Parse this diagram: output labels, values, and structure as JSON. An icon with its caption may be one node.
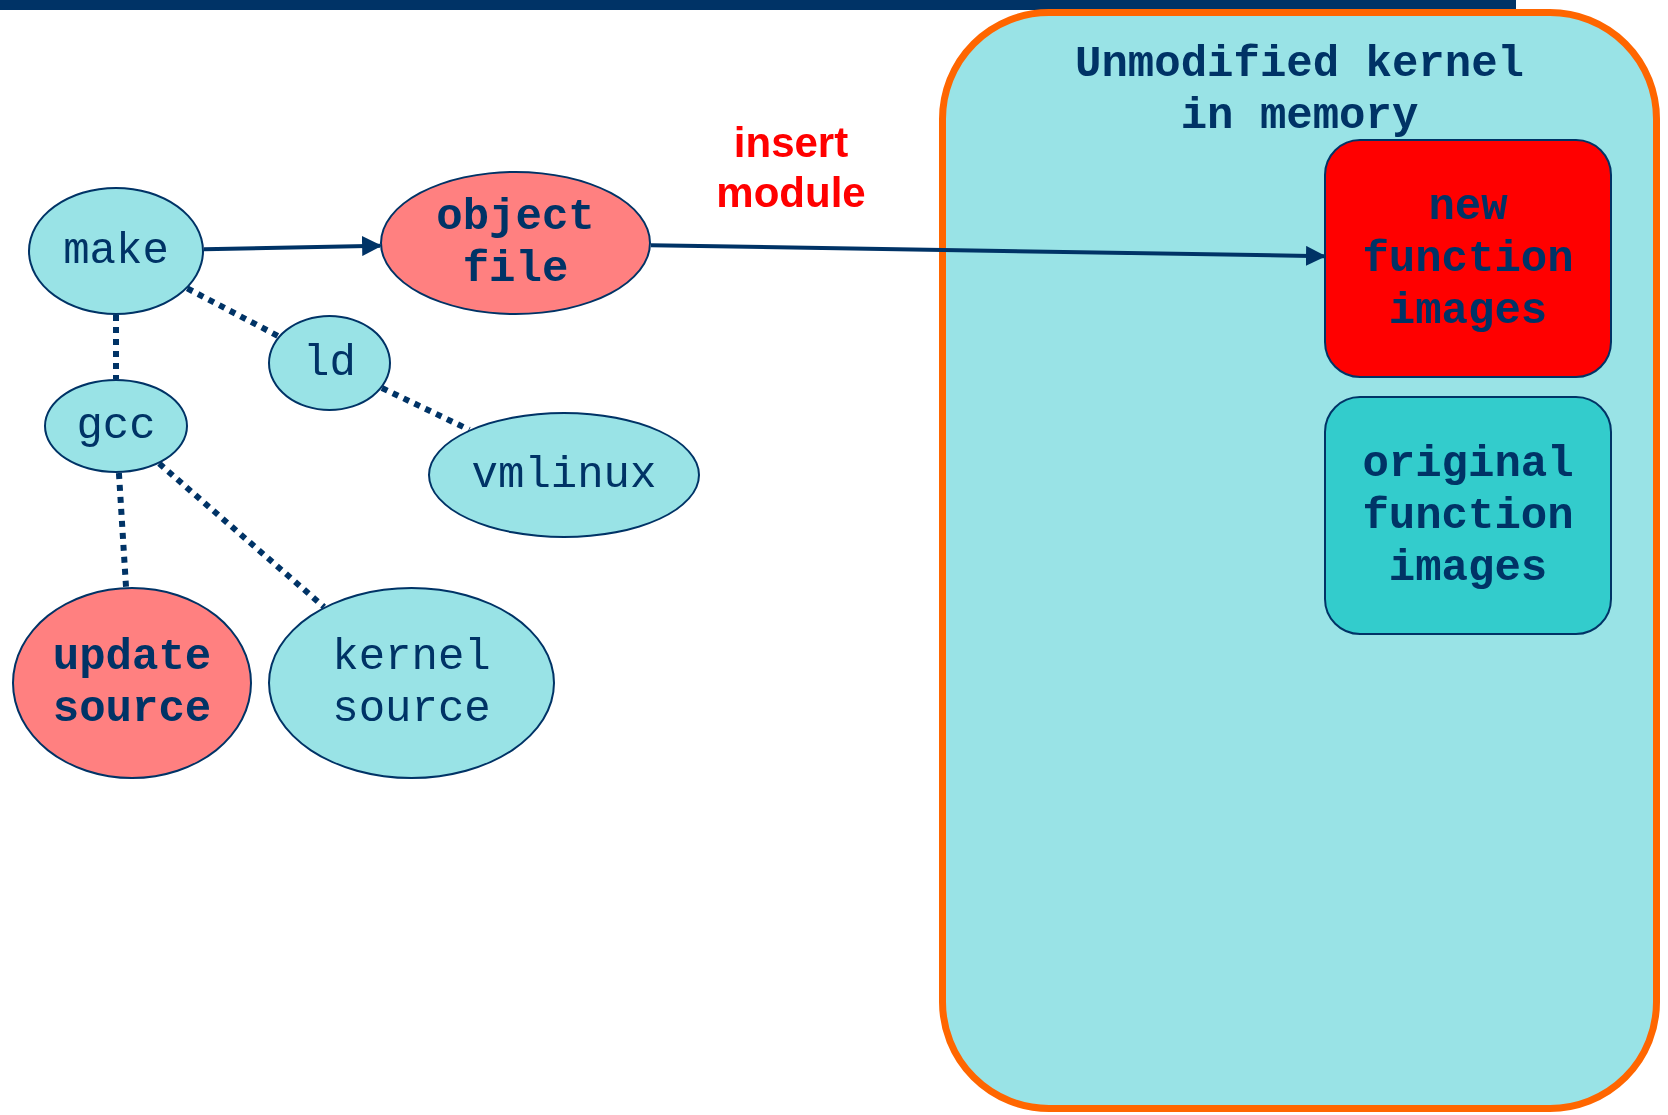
{
  "diagram": {
    "nodes": [
      {
        "text": [
          "make"
        ]
      },
      {
        "text": [
          "object file"
        ]
      },
      {
        "text": [
          "ld"
        ]
      },
      {
        "text": [
          "gcc"
        ]
      },
      {
        "text": [
          "vmlinux"
        ]
      },
      {
        "text": [
          "update source"
        ]
      },
      {
        "text": [
          "kernel source"
        ]
      },
      {
        "text": [
          "Unmodified kernel in memory"
        ]
      },
      {
        "text": [
          "new function images"
        ],
        "in": 7
      },
      {
        "text": [
          "original function images"
        ],
        "in": 7
      }
    ],
    "edges": [
      {
        "from": 0,
        "to": 1,
        "arrow": "to"
      },
      {
        "from": 1,
        "to": 8,
        "arrow": "to",
        "label": "insert module"
      },
      {
        "from": 0,
        "to": 3,
        "arrow": "none",
        "style": "dashed"
      },
      {
        "from": 0,
        "to": 2,
        "arrow": "none",
        "style": "dashed"
      },
      {
        "from": 2,
        "to": 4,
        "arrow": "none",
        "style": "dashed"
      },
      {
        "from": 3,
        "to": 5,
        "arrow": "none",
        "style": "dashed"
      },
      {
        "from": 3,
        "to": 6,
        "arrow": "none",
        "style": "dashed"
      }
    ]
  }
}
